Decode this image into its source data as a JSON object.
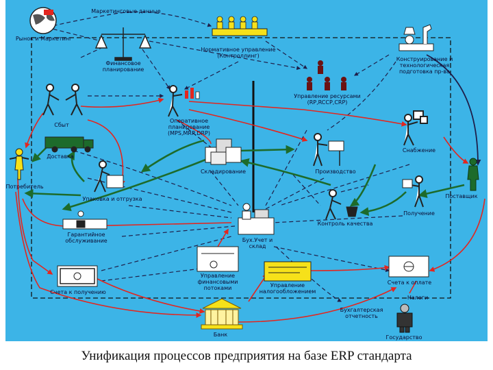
{
  "nodes": {
    "market": {
      "label": "Рынок и Маркетинг",
      "icon": "globe-icon"
    },
    "market_data": {
      "label": "Маркетинговые данные"
    },
    "norm_mgmt": {
      "label": "Нормативное управление (Контроллинг)",
      "icon": "conference-table-icon"
    },
    "design": {
      "label": "Конструирование и технологическая подготовка пр-ва",
      "icon": "microscope-lab-icon"
    },
    "fin_plan": {
      "label": "Финансовое планирование",
      "icon": "scales-icon"
    },
    "resource_mgmt": {
      "label": "Управление ресурсами (RP,RCCP,CRP)",
      "icon": "resource-people-icon"
    },
    "sales": {
      "label": "Сбыт",
      "icon": "handshake-icon"
    },
    "op_plan": {
      "label": "Оперативное планирование (MPS,MRP,DRP)",
      "icon": "planner-icon"
    },
    "supply": {
      "label": "Снабжение",
      "icon": "supply-worker-icon"
    },
    "delivery": {
      "label": "Доставка",
      "icon": "truck-icon"
    },
    "consumer": {
      "label": "Потребитель",
      "icon": "person-icon"
    },
    "warehouse": {
      "label": "Складирование",
      "icon": "boxes-icon"
    },
    "production": {
      "label": "Производство",
      "icon": "machine-worker-icon"
    },
    "supplier": {
      "label": "Поставщик",
      "icon": "supplier-person-icon"
    },
    "packing": {
      "label": "Упаковка и отгрузка",
      "icon": "packing-worker-icon"
    },
    "receiving": {
      "label": "Получение",
      "icon": "receiving-worker-icon"
    },
    "warranty": {
      "label": "Гарантийное обслуживание",
      "icon": "service-desk-icon"
    },
    "quality": {
      "label": "Контроль качества",
      "icon": "inspector-icon"
    },
    "accounting": {
      "label": "Бух.Учет и склад",
      "icon": "accountant-desk-icon"
    },
    "invoices_recv": {
      "label": "Счета к получению",
      "icon": "invoice-icon"
    },
    "cash_mgmt": {
      "label": "Управление финансовыми потоками",
      "icon": "cheque-icon"
    },
    "tax_mgmt": {
      "label": "Управление налогообложением",
      "icon": "tax-form-icon"
    },
    "invoices_pay": {
      "label": "Счета к оплате",
      "icon": "invoice-icon"
    },
    "taxes": {
      "label": "Налоги"
    },
    "reporting": {
      "label": "Бухгалтерская отчетность"
    },
    "bank": {
      "label": "Банк",
      "icon": "bank-building-icon"
    },
    "state": {
      "label": "Государство",
      "icon": "state-official-icon"
    }
  },
  "colors": {
    "background": "#3cb4e7",
    "flow_red": "#e3261f",
    "flow_green": "#1d6b2b",
    "flow_dark": "#1f1f4a",
    "boundary": "#111111",
    "accent_yellow": "#f6e11a"
  },
  "title": "Унификация процессов предприятия на базе ERP стандарта"
}
